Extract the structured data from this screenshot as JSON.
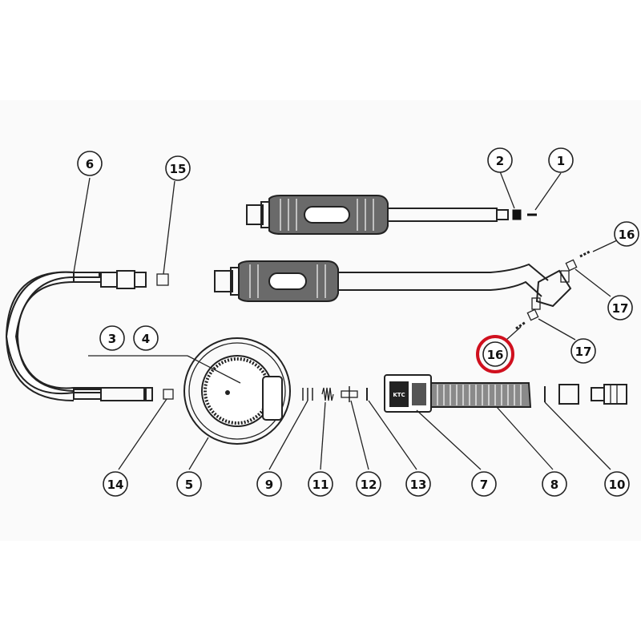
{
  "diagram": {
    "callouts": [
      {
        "id": "p1",
        "label": "1"
      },
      {
        "id": "p2",
        "label": "2"
      },
      {
        "id": "p16a",
        "label": "16"
      },
      {
        "id": "p17a",
        "label": "17"
      },
      {
        "id": "p16b",
        "label": "16",
        "highlighted": true
      },
      {
        "id": "p17b",
        "label": "17"
      },
      {
        "id": "p6",
        "label": "6"
      },
      {
        "id": "p15",
        "label": "15"
      },
      {
        "id": "p3",
        "label": "3"
      },
      {
        "id": "p4",
        "label": "4"
      },
      {
        "id": "p14",
        "label": "14"
      },
      {
        "id": "p5",
        "label": "5"
      },
      {
        "id": "p9",
        "label": "9"
      },
      {
        "id": "p11",
        "label": "11"
      },
      {
        "id": "p12",
        "label": "12"
      },
      {
        "id": "p13",
        "label": "13"
      },
      {
        "id": "p7",
        "label": "7"
      },
      {
        "id": "p8",
        "label": "8"
      },
      {
        "id": "p10",
        "label": "10"
      }
    ],
    "highlight_color": "#d0101e",
    "line_color": "#222222",
    "background": "#ffffff",
    "brand_mark": "KTC"
  }
}
